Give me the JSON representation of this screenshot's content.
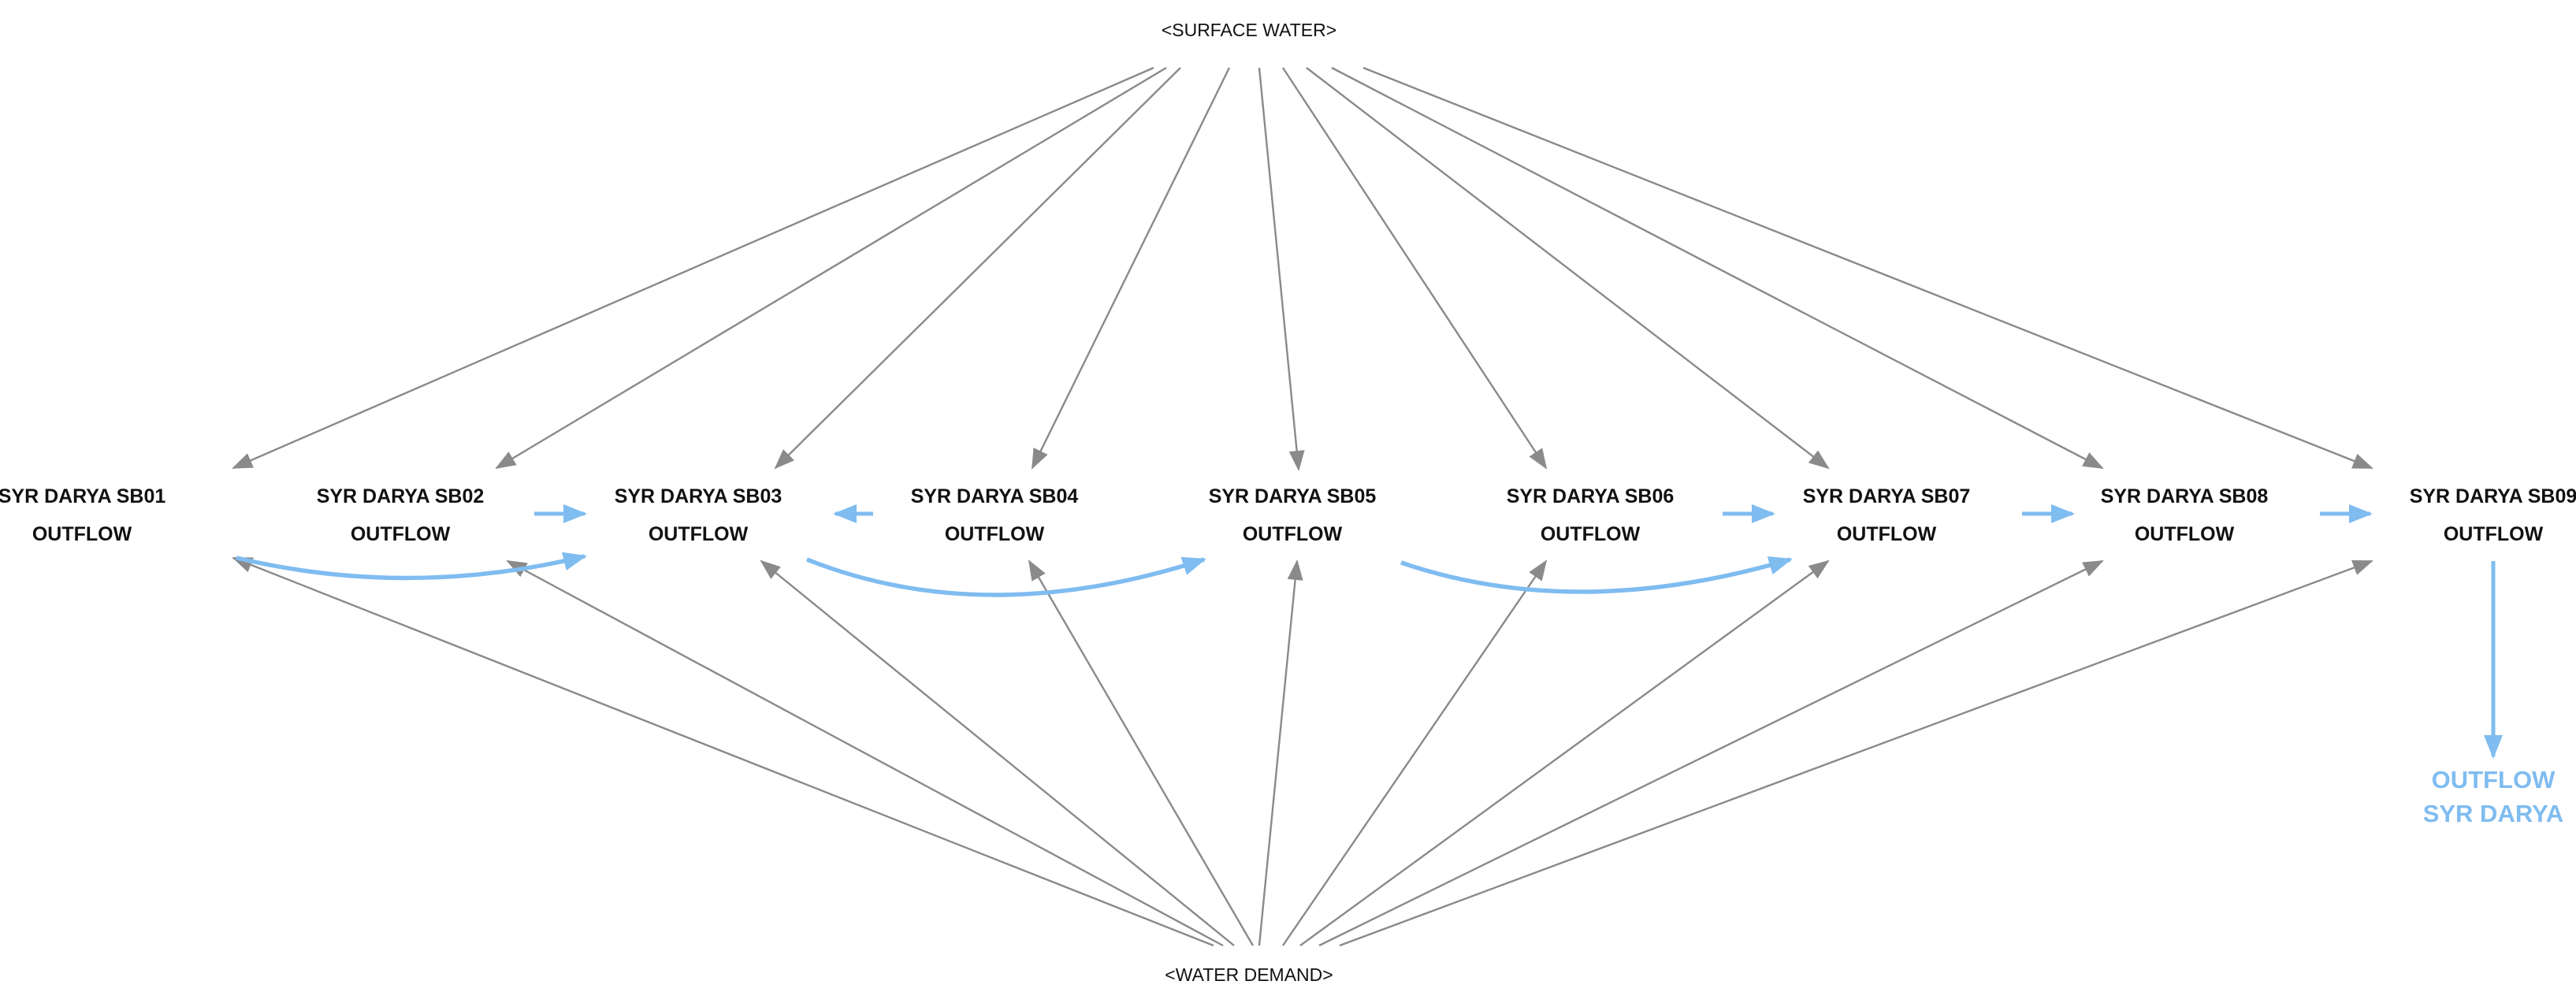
{
  "diagram": {
    "source_node": {
      "label": "<SURFACE WATER>"
    },
    "demand_node": {
      "label": "<WATER DEMAND>"
    },
    "outflow_node": {
      "line1": "OUTFLOW",
      "line2": "SYR DARYA"
    },
    "basins": [
      {
        "id": "sb01",
        "line1": "SYR DARYA SB01",
        "line2": "OUTFLOW"
      },
      {
        "id": "sb02",
        "line1": "SYR DARYA SB02",
        "line2": "OUTFLOW"
      },
      {
        "id": "sb03",
        "line1": "SYR DARYA SB03",
        "line2": "OUTFLOW"
      },
      {
        "id": "sb04",
        "line1": "SYR DARYA SB04",
        "line2": "OUTFLOW"
      },
      {
        "id": "sb05",
        "line1": "SYR DARYA SB05",
        "line2": "OUTFLOW"
      },
      {
        "id": "sb06",
        "line1": "SYR DARYA SB06",
        "line2": "OUTFLOW"
      },
      {
        "id": "sb07",
        "line1": "SYR DARYA SB07",
        "line2": "OUTFLOW"
      },
      {
        "id": "sb08",
        "line1": "SYR DARYA SB08",
        "line2": "OUTFLOW"
      },
      {
        "id": "sb09",
        "line1": "SYR DARYA SB09",
        "line2": "OUTFLOW"
      }
    ],
    "colors": {
      "gray_link": "#8a8a8a",
      "flow_link": "#7fbcf0",
      "text": "#111111"
    },
    "flow_links": [
      {
        "from": "sb01",
        "to": "sb03",
        "kind": "curved"
      },
      {
        "from": "sb02",
        "to": "sb03",
        "kind": "straight"
      },
      {
        "from": "sb04",
        "to": "sb03",
        "kind": "straight"
      },
      {
        "from": "sb03",
        "to": "sb05",
        "kind": "curved"
      },
      {
        "from": "sb05",
        "to": "sb07",
        "kind": "curved"
      },
      {
        "from": "sb06",
        "to": "sb07",
        "kind": "straight"
      },
      {
        "from": "sb07",
        "to": "sb08",
        "kind": "straight"
      },
      {
        "from": "sb08",
        "to": "sb09",
        "kind": "straight"
      },
      {
        "from": "sb09",
        "to": "outflow",
        "kind": "straight"
      }
    ]
  }
}
